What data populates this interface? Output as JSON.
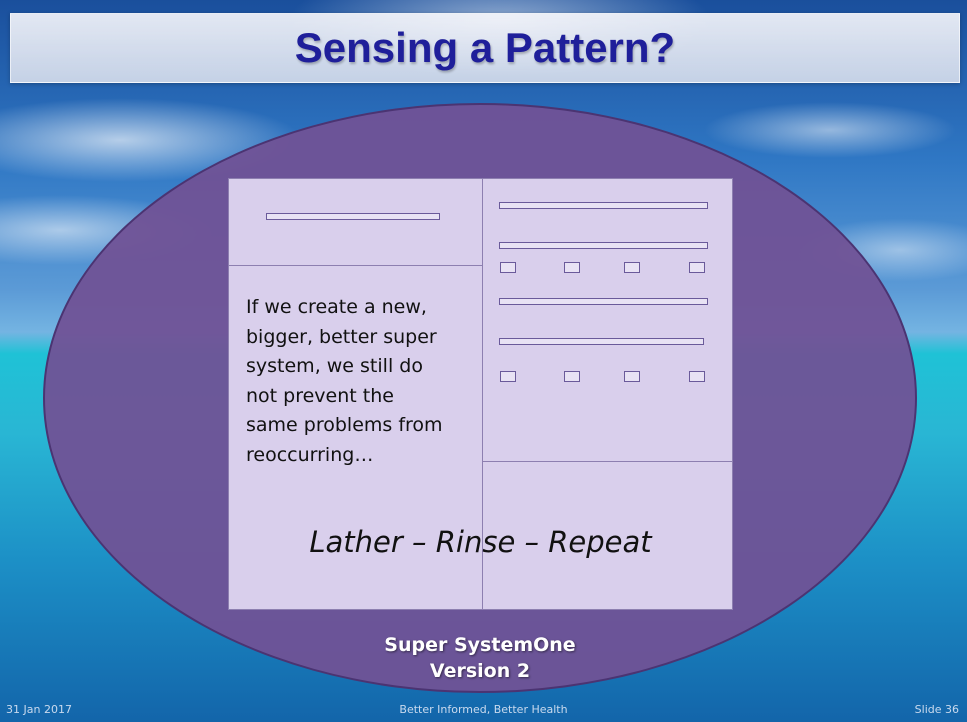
{
  "slide": {
    "title": "Sensing a Pattern?",
    "body_lines": [
      "If we create a new,",
      "bigger, better super",
      "system, we still do",
      "not prevent the",
      "same problems from",
      "reoccurring…"
    ],
    "tagline": "Lather – Rinse – Repeat",
    "caption_line1": "Super SystemOne",
    "caption_line2": "Version 2"
  },
  "footer": {
    "date": "31 Jan 2017",
    "center": "Better Informed, Better Health",
    "slide_number": "Slide 36"
  },
  "colors": {
    "title_text": "#1f1f9a",
    "ellipse_fill": "#7052a0",
    "box_fill": "#d9cfec"
  }
}
